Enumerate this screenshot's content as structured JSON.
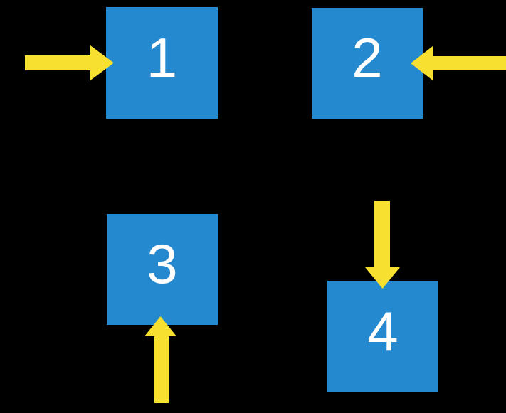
{
  "colors": {
    "background": "#000000",
    "box_fill": "#2489CE",
    "arrow_fill": "#F7E02F",
    "label": "#FFFFFF"
  },
  "boxes": [
    {
      "label": "1",
      "arrow_icon": "arrow-right-icon",
      "arrow_direction": "right"
    },
    {
      "label": "2",
      "arrow_icon": "arrow-left-icon",
      "arrow_direction": "left"
    },
    {
      "label": "3",
      "arrow_icon": "arrow-up-icon",
      "arrow_direction": "up"
    },
    {
      "label": "4",
      "arrow_icon": "arrow-down-icon",
      "arrow_direction": "down"
    }
  ]
}
